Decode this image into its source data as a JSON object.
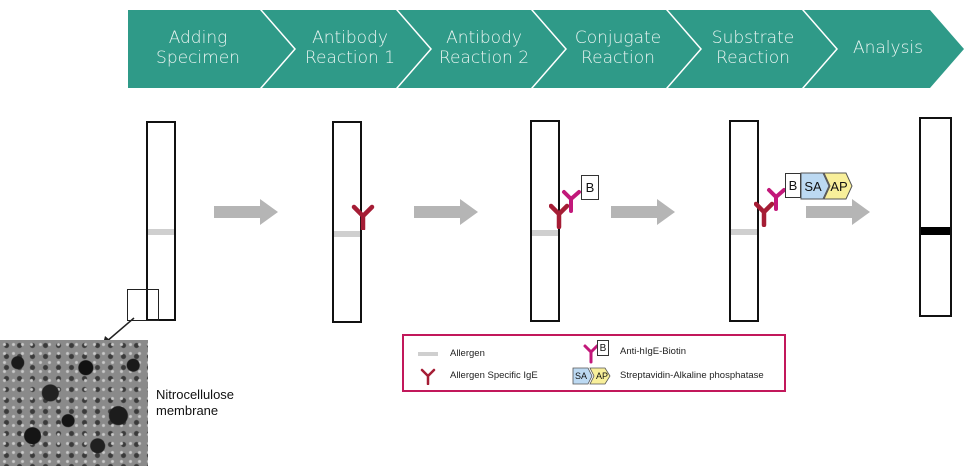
{
  "steps": [
    {
      "line1": "Adding",
      "line2": "Specimen"
    },
    {
      "line1": "Antibody",
      "line2": "Reaction 1"
    },
    {
      "line1": "Antibody",
      "line2": "Reaction 2"
    },
    {
      "line1": "Conjugate",
      "line2": "Reaction"
    },
    {
      "line1": "Substrate",
      "line2": "Reaction"
    },
    {
      "line1": "Analysis",
      "line2": ""
    }
  ],
  "tags": {
    "biotin": "B",
    "streptavidin": "SA",
    "alkaline_phosphatase": "AP"
  },
  "membrane_label": {
    "line1": "Nitrocellulose",
    "line2": "membrane"
  },
  "legend": {
    "allergen": "Allergen",
    "allergen_specific_ige": "Allergen Specific IgE",
    "anti_hige_biotin": "Anti-hIgE-Biotin",
    "streptavidin_ap": "Streptavidin-Alkaline phosphatase"
  },
  "colors": {
    "chevron": "#2f9a88",
    "ige": "#a51d35",
    "anti_ige": "#c2187a",
    "sa": "#bcd9f2",
    "ap": "#f8ef9a",
    "allergen": "#cfcfcf",
    "arrow": "#b5b5b5",
    "legend_border": "#c2185b"
  }
}
